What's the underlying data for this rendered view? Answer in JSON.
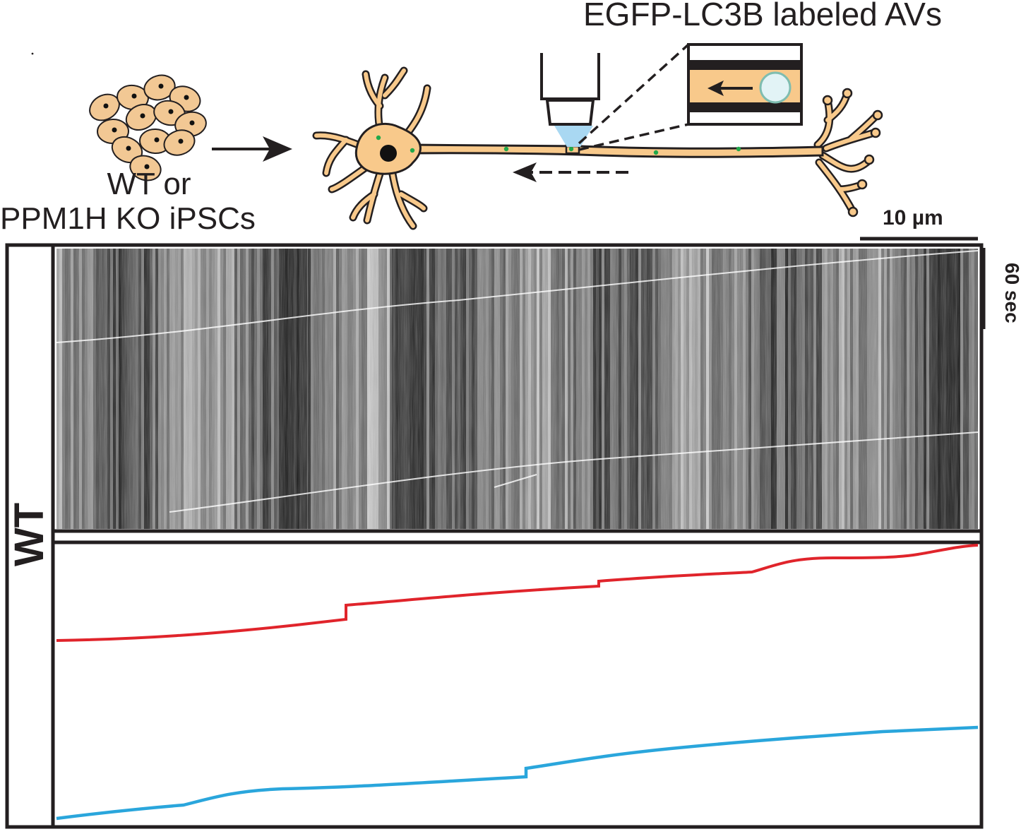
{
  "header": {
    "title": "EGFP-LC3B labeled AVs",
    "condition_line1": "WT or",
    "condition_line2": "PPM1H KO iPSCs"
  },
  "scale_bars": {
    "distance_label": "10 µm",
    "time_label": "60 sec"
  },
  "kymograph": {
    "group_label": "WT"
  },
  "colors": {
    "ink": "#231f20",
    "neuron_fill": "#f8c98b",
    "cell_fill": "#f2c894",
    "av_dots": "#21a84a",
    "light_cone": "#a9d8f2",
    "trace_top": "#e0242b",
    "trace_bottom": "#2aa6dc",
    "vesicle_fill": "#e2f3f6",
    "vesicle_ring": "#7fbdb0"
  },
  "icons": [
    "stem-cell-cluster-icon",
    "arrow-right-icon",
    "neuron-icon",
    "objective-lens-icon",
    "dashed-arrow-left-icon",
    "axon-zoom-inset-icon"
  ]
}
